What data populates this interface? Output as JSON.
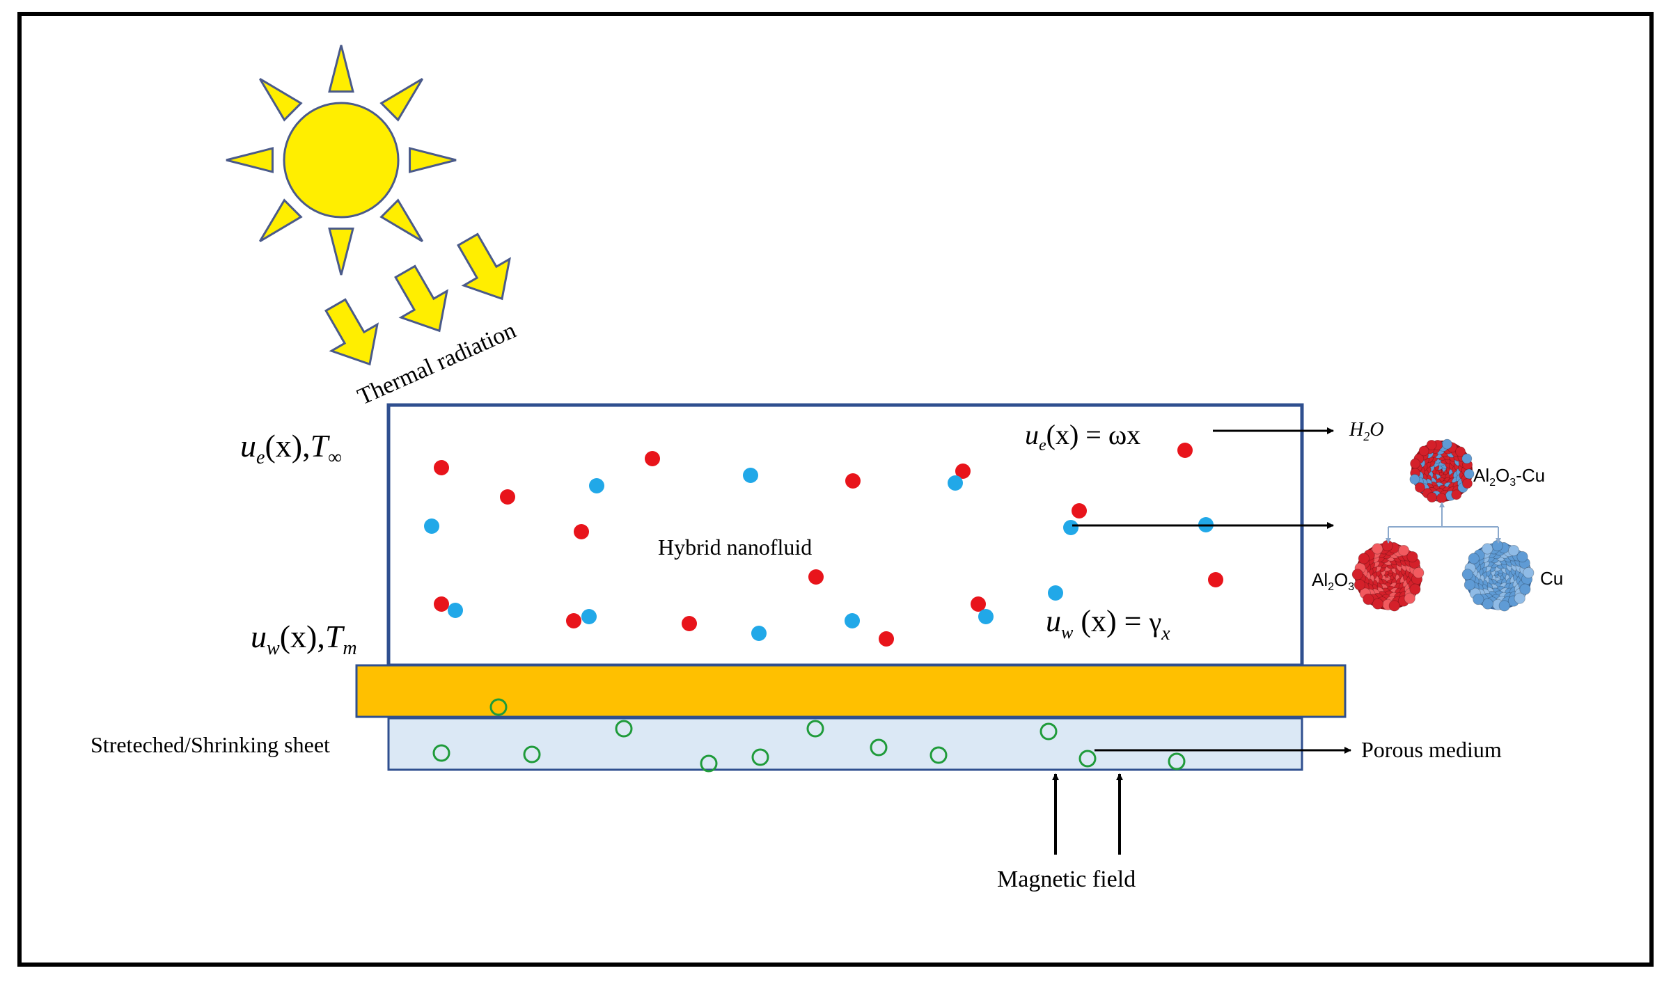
{
  "colors": {
    "frame": "#000000",
    "channel_border": "#2f4f8f",
    "sun_fill": "#ffee00",
    "sun_stroke": "#4a5a8a",
    "sheet_fill": "#ffc000",
    "sheet_stroke": "#2f4f8f",
    "porous_fill": "#dbe8f5",
    "red_particle": "#e8141b",
    "blue_particle": "#21a8e8",
    "porous_circle": "#1f9b3a",
    "alumina": "#d4202a",
    "copper": "#5f9bd5"
  },
  "labels": {
    "thermal_radiation": "Thermal radiation",
    "ue_left": {
      "u": "u",
      "sub": "e",
      "rest": "(x),",
      "T": "T",
      "Tsub": "∞"
    },
    "uw_left": {
      "u": "u",
      "sub": "w",
      "rest": "(x),",
      "T": "T",
      "Tsub": "m"
    },
    "ue_right": {
      "u": "u",
      "sub": "e",
      "rest": "(x) = ωx"
    },
    "uw_right": {
      "u": "u",
      "sub": "w",
      "rest": " (x) = ",
      "gamma": "γ",
      "x": "x"
    },
    "hybrid_nanofluid": "Hybrid nanofluid",
    "sheet": "Streteched/Shrinking sheet",
    "porous_medium": "Porous medium",
    "magnetic_field": "Magnetic field",
    "h2o": {
      "H": "H",
      "sub": "2",
      "O": "O"
    },
    "al2o3_cu": {
      "a": "Al",
      "s1": "2",
      "b": "O",
      "s2": "3",
      "c": "-Cu"
    },
    "al2o3": {
      "a": "Al",
      "s1": "2",
      "b": "O",
      "s2": "3"
    },
    "cu": "Cu"
  },
  "icons": [
    "sun-icon",
    "radiation-arrow-icon",
    "nanoparticle-sphere-icon"
  ]
}
